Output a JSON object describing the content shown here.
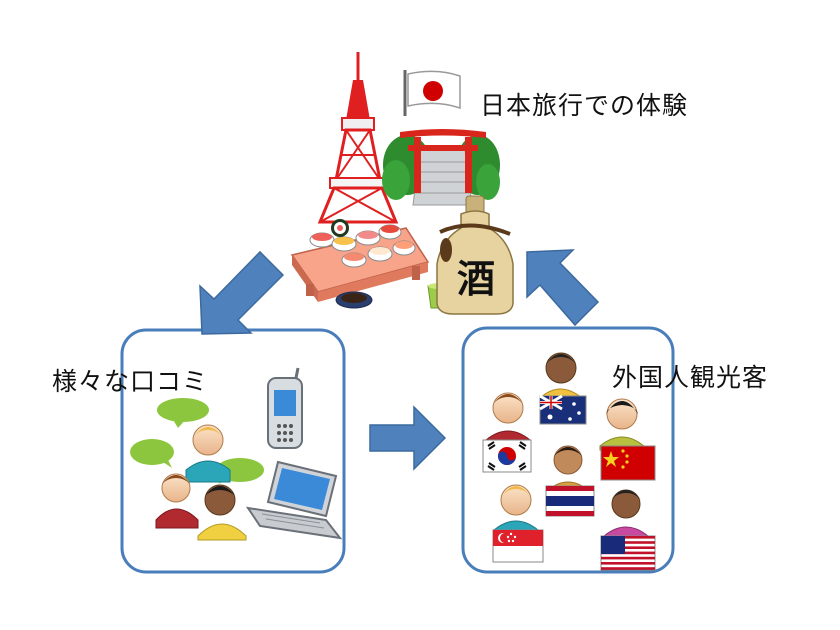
{
  "labels": {
    "japan_experience": "日本旅行での体験",
    "word_of_mouth": "様々な口コミ",
    "foreign_tourists": "外国人観光客",
    "sake_character": "酒"
  },
  "colors": {
    "arrow_blue": "#4f81bd",
    "box_border": "#4a7ebb",
    "tower_red": "#e02020",
    "torii_red": "#d9261c",
    "bubble_green": "#8cc63f",
    "flag_red": "#d00000"
  },
  "icons": {
    "tower": "tokyo-tower-icon",
    "flag": "japan-flag-icon",
    "torii": "torii-gate-icon",
    "sushi": "sushi-platter-icon",
    "sake": "sake-bottle-icon",
    "phone": "mobile-phone-icon",
    "laptop": "laptop-icon"
  }
}
